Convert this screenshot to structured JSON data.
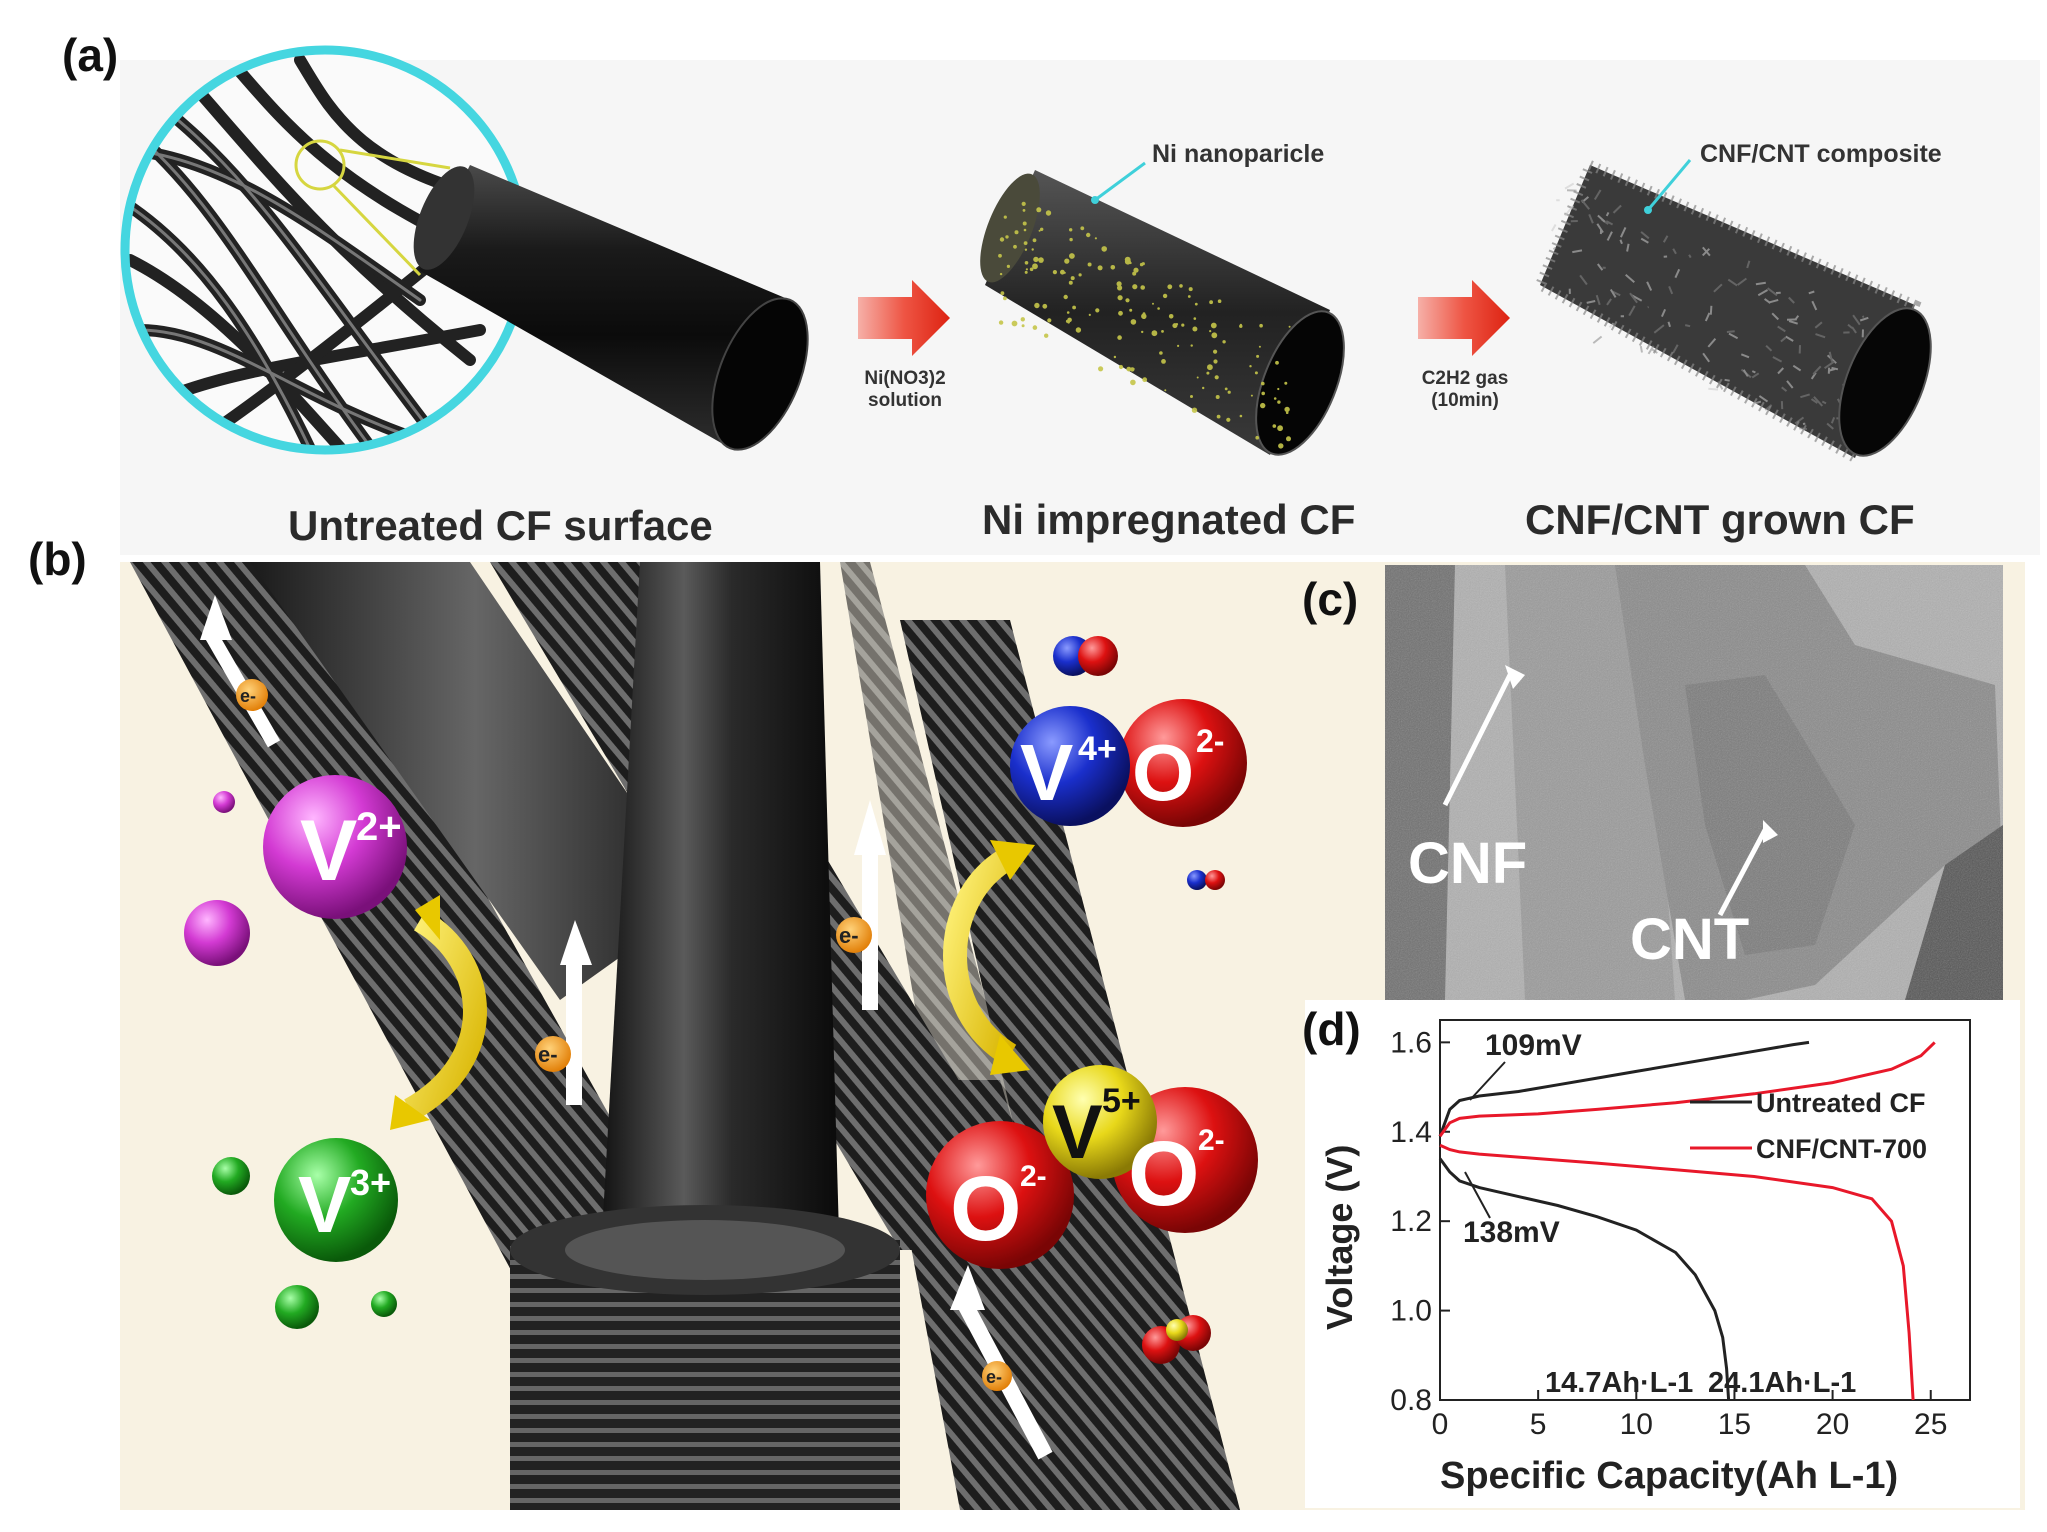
{
  "panels": {
    "a": "(a)",
    "b": "(b)",
    "c": "(c)",
    "d": "(d)"
  },
  "panel_a": {
    "captions": [
      "Untreated CF surface",
      "Ni impregnated CF",
      "CNF/CNT grown CF"
    ],
    "annotations": [
      "Ni nanoparicle",
      "CNF/CNT composite"
    ],
    "arrow1": [
      "Ni(NO3)2",
      "solution"
    ],
    "arrow2": [
      "C2H2 gas",
      "(10min)"
    ]
  },
  "panel_b": {
    "ions": [
      {
        "label": "V",
        "charge": "2+",
        "color": "#cc33cc"
      },
      {
        "label": "V",
        "charge": "3+",
        "color": "#22aa22"
      },
      {
        "label": "V",
        "charge": "4+",
        "color": "#1a2fcc"
      },
      {
        "label": "V",
        "charge": "5+",
        "color": "#e8d81a"
      },
      {
        "label": "O",
        "charge": "2-",
        "color": "#dd1111"
      }
    ],
    "electron": "e-"
  },
  "panel_c": {
    "labels": [
      "CNF",
      "CNT"
    ]
  },
  "chart_data": {
    "type": "line",
    "xlabel": "Specific Capacity(Ah L-1)",
    "ylabel": "Voltage (V)",
    "xlim": [
      0,
      27
    ],
    "ylim": [
      0.8,
      1.65
    ],
    "xticks": [
      "0",
      "5",
      "10",
      "15",
      "20",
      "25"
    ],
    "yticks": [
      "0.8",
      "1.0",
      "1.2",
      "1.4",
      "1.6"
    ],
    "legend_position": "right",
    "series": [
      {
        "name": "Untreated CF",
        "color": "#222222",
        "charge": {
          "x": [
            0,
            0.5,
            1,
            2,
            4,
            6,
            8,
            10,
            12,
            14,
            16,
            18,
            18.8
          ],
          "y": [
            1.39,
            1.45,
            1.47,
            1.48,
            1.49,
            1.505,
            1.52,
            1.535,
            1.55,
            1.565,
            1.58,
            1.595,
            1.6
          ]
        },
        "discharge": {
          "x": [
            0,
            0.5,
            1,
            2,
            4,
            6,
            8,
            10,
            12,
            13,
            14,
            14.4,
            14.6,
            14.7
          ],
          "y": [
            1.34,
            1.31,
            1.29,
            1.275,
            1.255,
            1.235,
            1.21,
            1.18,
            1.13,
            1.08,
            1.0,
            0.94,
            0.87,
            0.8
          ]
        }
      },
      {
        "name": "CNF/CNT-700",
        "color": "#e8182a",
        "charge": {
          "x": [
            0,
            0.5,
            1,
            2,
            5,
            8,
            12,
            16,
            20,
            23,
            24.5,
            25.2
          ],
          "y": [
            1.39,
            1.42,
            1.43,
            1.435,
            1.44,
            1.45,
            1.465,
            1.485,
            1.51,
            1.54,
            1.57,
            1.6
          ]
        },
        "discharge": {
          "x": [
            0,
            0.5,
            1,
            2,
            5,
            8,
            12,
            16,
            20,
            22,
            23,
            23.6,
            23.9,
            24.1
          ],
          "y": [
            1.37,
            1.36,
            1.355,
            1.35,
            1.34,
            1.33,
            1.315,
            1.3,
            1.275,
            1.25,
            1.2,
            1.1,
            0.95,
            0.8
          ]
        }
      }
    ],
    "annotations": [
      "109mV",
      "138mV",
      "14.7Ah·L-1",
      "24.1Ah·L-1"
    ]
  }
}
